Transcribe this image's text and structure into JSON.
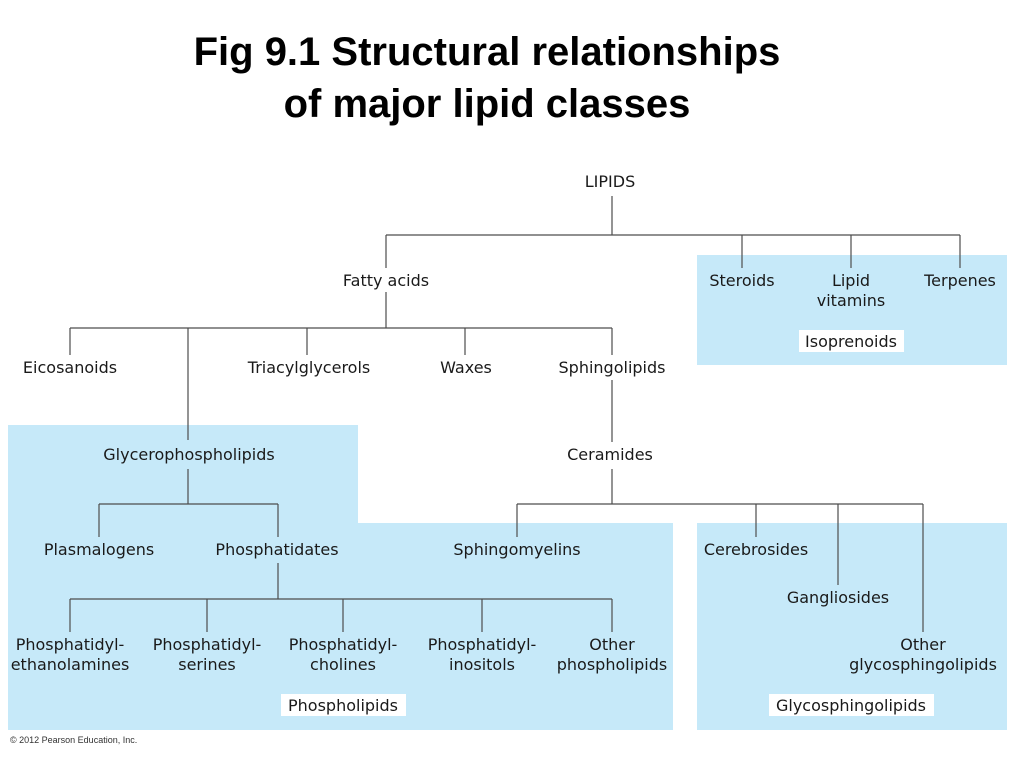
{
  "title": {
    "line1": "Fig 9.1  Structural relationships",
    "line2": "of major lipid classes"
  },
  "nodes": {
    "lipids": "LIPIDS",
    "fatty_acids": "Fatty acids",
    "steroids": "Steroids",
    "lipid_vitamins_1": "Lipid",
    "lipid_vitamins_2": "vitamins",
    "terpenes": "Terpenes",
    "eicosanoids": "Eicosanoids",
    "triacylglycerols": "Triacylglycerols",
    "waxes": "Waxes",
    "sphingolipids": "Sphingolipids",
    "glycerophospholipids": "Glycerophospholipids",
    "ceramides": "Ceramides",
    "plasmalogens": "Plasmalogens",
    "phosphatidates": "Phosphatidates",
    "sphingomyelins": "Sphingomyelins",
    "cerebrosides": "Cerebrosides",
    "gangliosides": "Gangliosides",
    "other_glyco_1": "Other",
    "other_glyco_2": "glycosphingolipids",
    "pe_1": "Phosphatidyl-",
    "pe_2": "ethanolamines",
    "ps_1": "Phosphatidyl-",
    "ps_2": "serines",
    "pc_1": "Phosphatidyl-",
    "pc_2": "cholines",
    "pi_1": "Phosphatidyl-",
    "pi_2": "inositols",
    "other_phos_1": "Other",
    "other_phos_2": "phospholipids"
  },
  "groups": {
    "isoprenoids": "Isoprenoids",
    "phospholipids": "Phospholipids",
    "glycosphingolipids": "Glycosphingolipids"
  },
  "colors": {
    "group_fill": "#c6e9f9",
    "line": "#4d4d4d"
  },
  "copyright": "© 2012 Pearson Education, Inc."
}
